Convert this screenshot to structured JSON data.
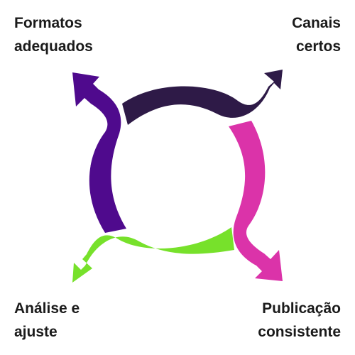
{
  "labels": {
    "top_left": {
      "line1": "Formatos",
      "line2": "adequados"
    },
    "top_right": {
      "line1": "Canais",
      "line2": "certos"
    },
    "bottom_left": {
      "line1": "Análise e",
      "line2": "ajuste"
    },
    "bottom_right": {
      "line1": "Publicação",
      "line2": "consistente"
    }
  },
  "colors": {
    "text": "#1b1b1b",
    "arrow_top": "#2e1a47",
    "arrow_left": "#4f0a8d",
    "arrow_right": "#db33a9",
    "arrow_bottom": "#77e12b"
  }
}
